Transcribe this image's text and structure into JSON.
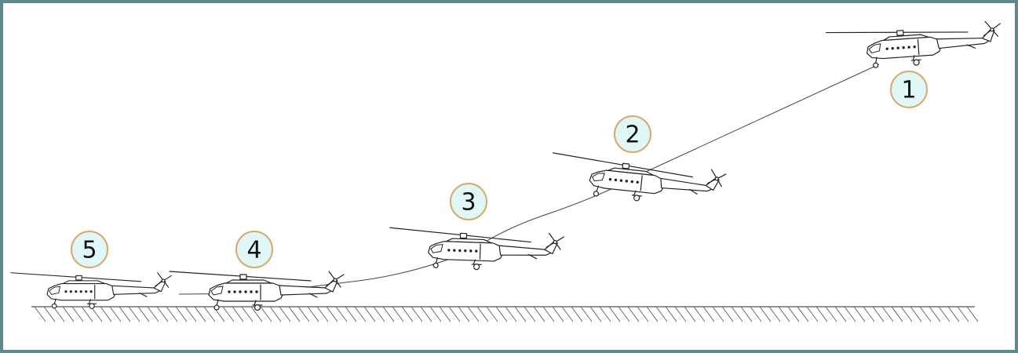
{
  "diagram": {
    "border_color": "#5f8a8b",
    "badge_fill": "#dff7f7",
    "badge_stroke": "#d9a86b",
    "positions": [
      {
        "label": "1"
      },
      {
        "label": "2"
      },
      {
        "label": "3"
      },
      {
        "label": "4"
      },
      {
        "label": "5"
      }
    ],
    "aircraft_icon": "helicopter-icon"
  }
}
